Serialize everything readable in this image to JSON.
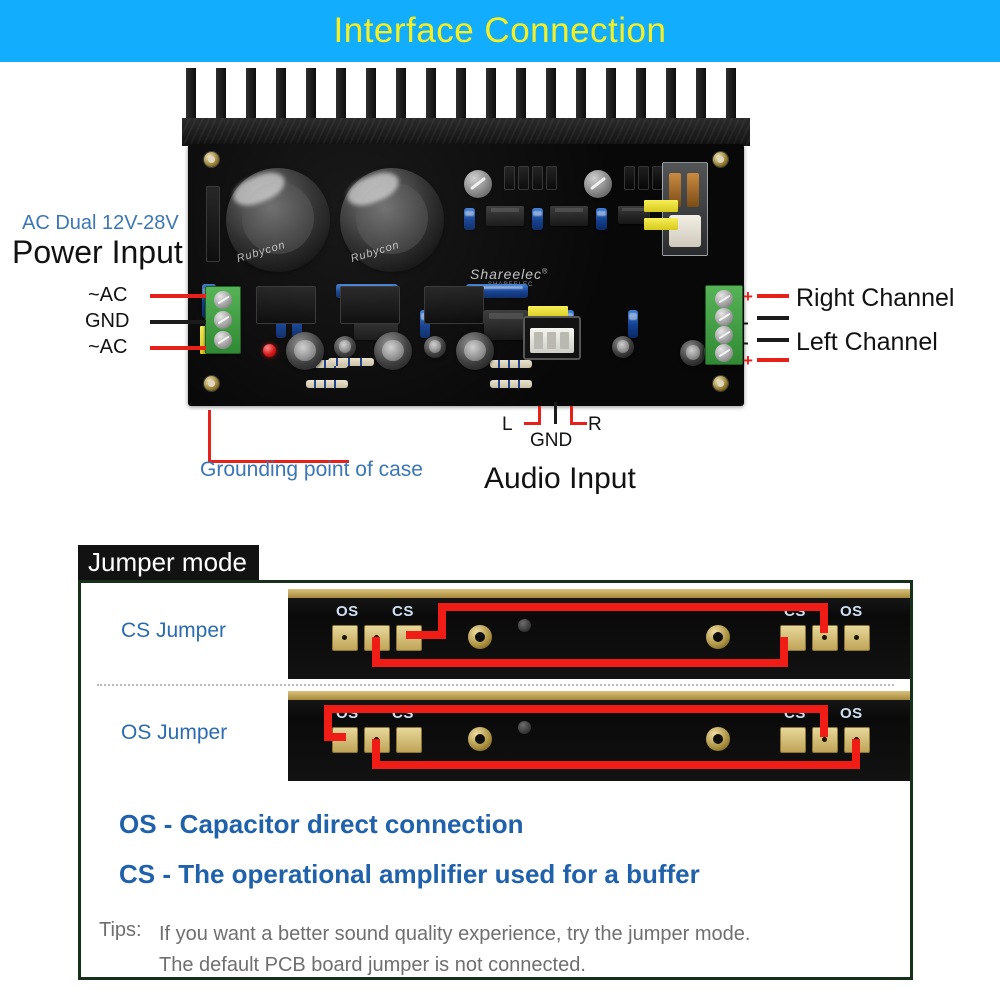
{
  "header": {
    "title": "Interface  Connection",
    "bg": "#12adfc",
    "text_color": "#f5f024"
  },
  "diagram": {
    "power": {
      "spec": "AC Dual 12V-28V",
      "title": "Power Input",
      "pins": [
        "~AC",
        "GND",
        "~AC"
      ]
    },
    "output": {
      "right": {
        "label": "Right Channel",
        "plus": "+",
        "minus": "-"
      },
      "left": {
        "label": "Left Channel",
        "plus": "+",
        "minus": "-"
      }
    },
    "grounding_label": "Grounding point of case",
    "audio": {
      "title": "Audio  Input",
      "left_pin": "L",
      "gnd_pin": "GND",
      "right_pin": "R"
    },
    "board": {
      "brand": "Shareelec",
      "brand_mark": "®",
      "brand_sub": "SHAREELEC",
      "cap_brand": "Rubycon"
    },
    "colors": {
      "accent_blue": "#3b77b4",
      "wire_red": "#e8201a",
      "wire_black": "#1b1b1b",
      "terminal_green": "#3f9c42"
    }
  },
  "jumper": {
    "section_title": "Jumper mode",
    "rows": [
      {
        "label": "CS Jumper",
        "pads": [
          "OS",
          "CS",
          "CS",
          "OS"
        ]
      },
      {
        "label": "OS  Jumper",
        "pads": [
          "OS",
          "CS",
          "CS",
          "OS"
        ]
      }
    ],
    "legend": [
      "OS - Capacitor direct connection",
      "CS - The operational amplifier used for a buffer"
    ],
    "tips_label": "Tips:",
    "tips_lines": [
      "If you want a better sound quality experience, try the jumper mode.",
      "The default PCB board jumper is not connected."
    ],
    "colors": {
      "legend_blue": "#1f61ab",
      "border_green": "#16301a",
      "tips_gray": "#6f6f6f"
    }
  }
}
